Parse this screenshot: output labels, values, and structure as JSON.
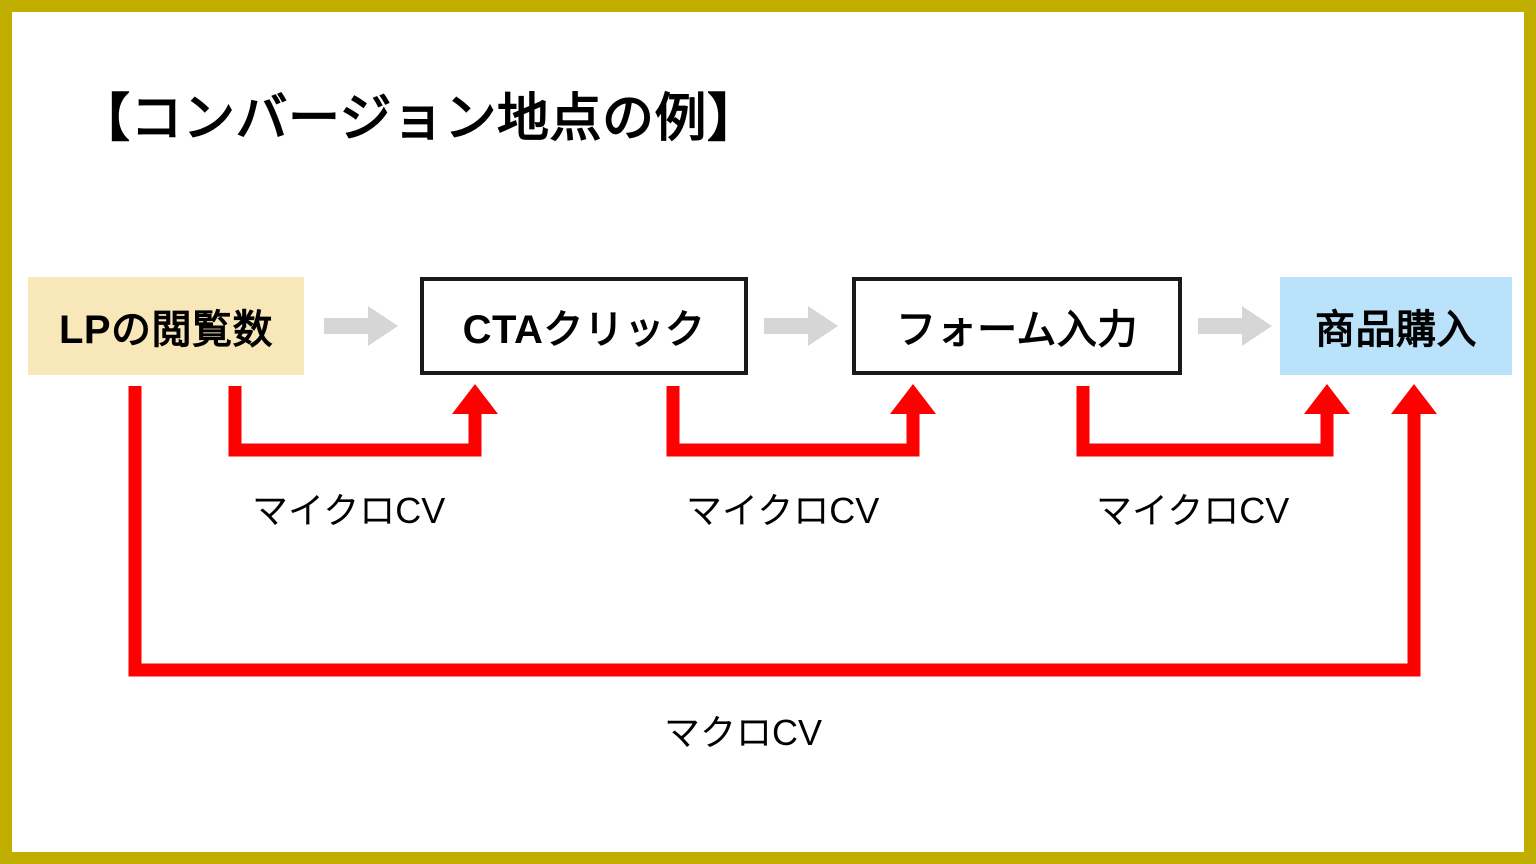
{
  "slide": {
    "title": "【コンバージョン地点の例】",
    "border_color": "#BFAE00",
    "background_color": "#FFFFFF"
  },
  "flow": {
    "steps": [
      {
        "id": "lp-view",
        "label": "LPの閲覧数",
        "style": "filled-beige",
        "fill": "#F8E7B8"
      },
      {
        "id": "cta-click",
        "label": "CTAクリック",
        "style": "outlined",
        "fill": "#FFFFFF"
      },
      {
        "id": "form-input",
        "label": "フォーム入力",
        "style": "outlined",
        "fill": "#FFFFFF"
      },
      {
        "id": "purchase",
        "label": "商品購入",
        "style": "filled-blue",
        "fill": "#BAE2FB"
      }
    ],
    "separator_arrow_color": "#D6D6D6"
  },
  "connectors": {
    "color": "#FF0000",
    "micro": [
      {
        "label": "マイクロCV",
        "from": "lp-view",
        "to": "cta-click"
      },
      {
        "label": "マイクロCV",
        "from": "cta-click",
        "to": "form-input"
      },
      {
        "label": "マイクロCV",
        "from": "form-input",
        "to": "purchase"
      }
    ],
    "macro": {
      "label": "マクロCV",
      "from": "lp-view",
      "to": "purchase"
    }
  }
}
